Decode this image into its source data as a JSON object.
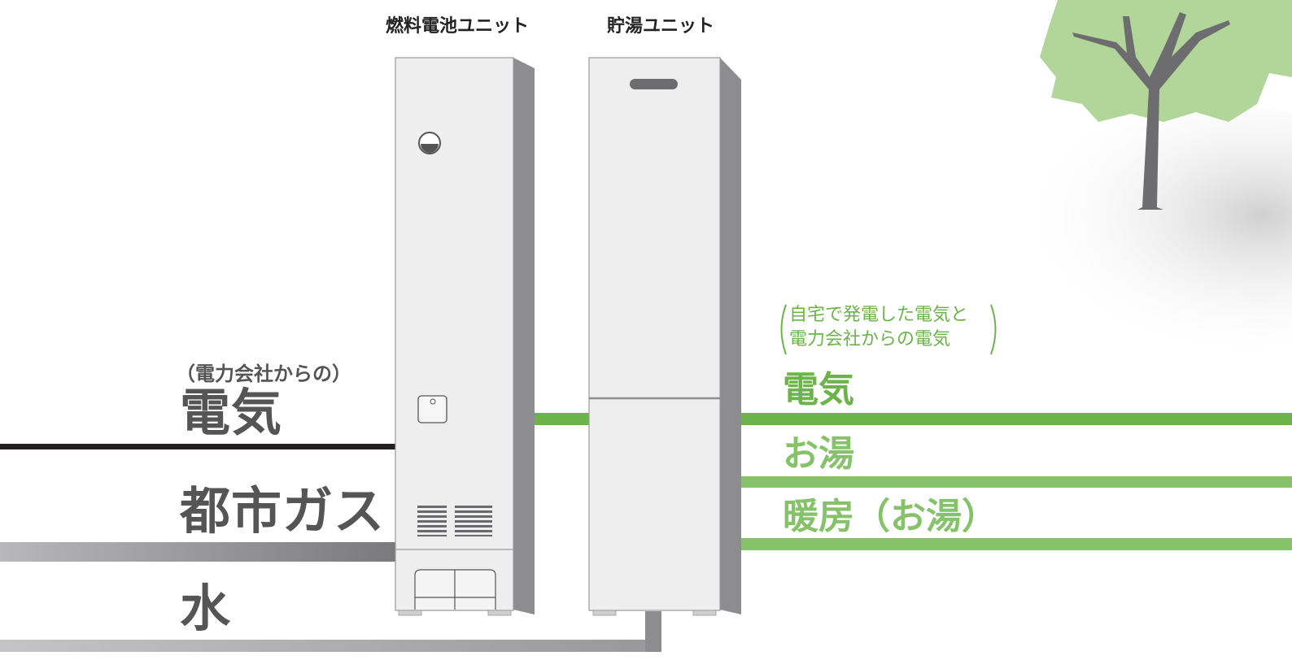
{
  "units": {
    "fuel_cell": "燃料電池ユニット",
    "storage": "貯湯ユニット"
  },
  "inputs": {
    "electricity_sub": "（電力会社からの）",
    "electricity": "電気",
    "gas": "都市ガス",
    "water": "水"
  },
  "outputs": {
    "note_line1": "自宅で発電した電気と",
    "note_line2": "電力会社からの電気",
    "electricity": "電気",
    "hot_water": "お湯",
    "heating": "暖房（お湯）"
  },
  "colors": {
    "electric_line": "#231f20",
    "gas_line": "#8a8a8c",
    "water_line": "#a7a8aa",
    "green": "#6cb34a",
    "green_light": "#86c26a",
    "unit_body": "#eeeeee",
    "unit_side": "#8d8d8f",
    "tree_leaf": "#b2d69a",
    "tree_trunk": "#6d6d70"
  },
  "icons": {
    "tree": "tree-icon"
  }
}
